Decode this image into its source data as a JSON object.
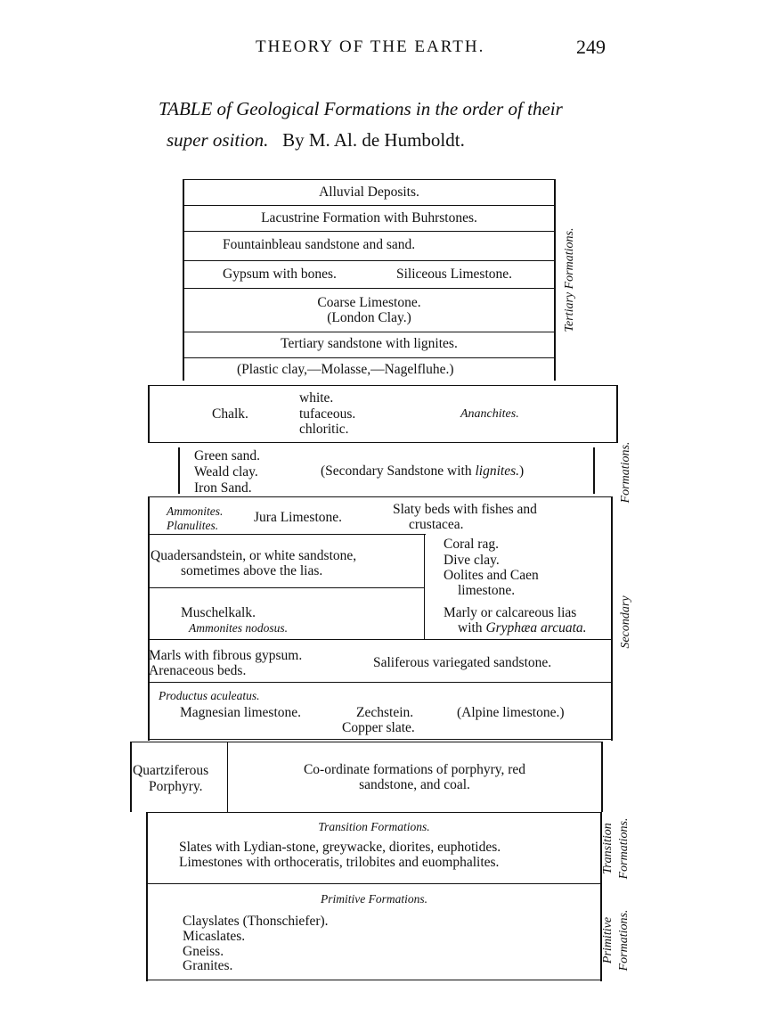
{
  "header": {
    "running_title": "THEORY OF THE EARTH.",
    "page_number": "249"
  },
  "title": {
    "line1": "TABLE of Geological Formations in the order of their",
    "line2_italic": "super osition.",
    "line2_roman": "By M. Al. de Humboldt."
  },
  "tertiary": {
    "label": "Tertiary Formations.",
    "rows": [
      "Alluvial Deposits.",
      "Lacustrine Formation with Buhrstones.",
      "Fountainbleau sandstone and sand.",
      "Gypsum with bones.",
      "Siliceous Limestone.",
      "Coarse Limestone.",
      "(London Clay.)",
      "Tertiary sandstone with lignites.",
      "(Plastic clay,—Molasse,—Nagelfluhe.)"
    ]
  },
  "chalk": {
    "name": "Chalk.",
    "kinds": [
      "white.",
      "tufaceous.",
      "chloritic."
    ],
    "fossil": "Ananchites."
  },
  "greensand": {
    "items": [
      "Green sand.",
      "Weald clay.",
      "Iron Sand."
    ],
    "note_prefix": "(Secondary Sandstone with ",
    "note_italic": "lignites.",
    "note_suffix": ")"
  },
  "jura": {
    "fossils": [
      "Ammonites.",
      "Planulites."
    ],
    "name": "Jura Limestone.",
    "slaty": [
      "Slaty beds with fishes and",
      "crustacea."
    ]
  },
  "quader": [
    "Quadersandstein, or white sandstone,",
    "sometimes above the lias."
  ],
  "oolite": [
    "Coral rag.",
    "Dive clay.",
    "Oolites and Caen",
    "limestone."
  ],
  "muschel": {
    "name": "Muschelkalk.",
    "fossil": "Ammonites nodosus."
  },
  "lias": {
    "line1": "Marly or calcareous lias",
    "line2_prefix": "with ",
    "line2_italic": "Gryphæa arcuata."
  },
  "marls": [
    "Marls with fibrous gypsum.",
    "Arenaceous beds."
  ],
  "saliferous": "Saliferous variegated sandstone.",
  "zechstein": {
    "fossil": "Productus aculeatus.",
    "magnesian": "Magnesian limestone.",
    "name": "Zechstein.",
    "copper": "Copper slate.",
    "alpine": "(Alpine limestone.)"
  },
  "secondary_label": {
    "top": "Formations.",
    "bottom": "Secondary"
  },
  "porphyry": {
    "label": [
      "Quartziferous",
      "Porphyry."
    ],
    "desc": [
      "Co-ordinate formations of porphyry, red",
      "sandstone, and coal."
    ]
  },
  "transition": {
    "heading": "Transition Formations.",
    "lines": [
      "Slates with Lydian-stone, greywacke, diorites, euphotides.",
      "Limestones with orthoceratis, trilobites and euomphalites."
    ],
    "label": [
      "Transition",
      "Formations."
    ]
  },
  "primitive": {
    "heading": "Primitive Formations.",
    "items": [
      "Clayslates (Thonschiefer).",
      "Micaslates.",
      "Gneiss.",
      "Granites."
    ],
    "label": [
      "Primitive",
      "Formations."
    ]
  }
}
